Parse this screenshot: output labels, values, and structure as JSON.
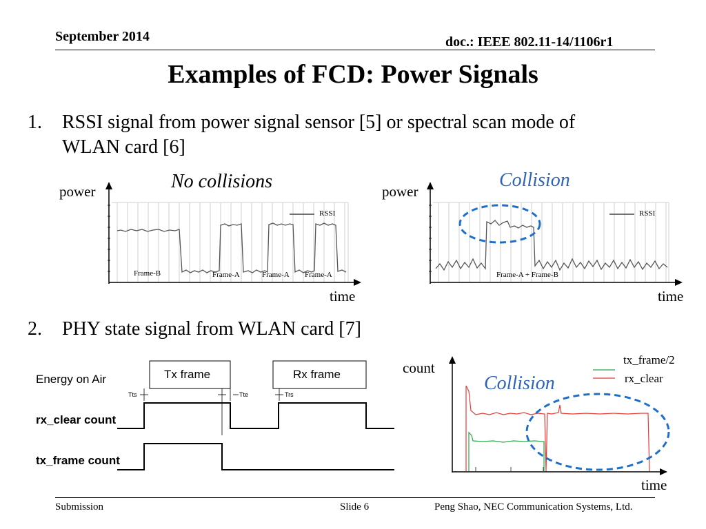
{
  "header": {
    "date": "September 2014",
    "doc": "doc.: IEEE 802.11-14/1106r1"
  },
  "title": "Examples of FCD: Power Signals",
  "items": [
    {
      "num": "1.",
      "line1": "RSSI signal from power signal sensor [5] or spectral scan mode of",
      "line2": "WLAN card [6]"
    },
    {
      "num": "2.",
      "line1": "PHY state signal from WLAN card [7]"
    }
  ],
  "rssi_left": {
    "heading": "No collisions",
    "ylabel": "power",
    "xlabel": "time",
    "legend": "RSSI",
    "frames": [
      "Frame-B",
      "Frame-A",
      "Frame-A",
      "Frame-A"
    ]
  },
  "rssi_right": {
    "heading": "Collision",
    "ylabel": "power",
    "xlabel": "time",
    "legend": "RSSI",
    "frames": [
      "Frame-A + Frame-B"
    ]
  },
  "timing": {
    "rows": [
      "Energy on Air",
      "rx_clear count",
      "tx_frame count"
    ],
    "boxes": [
      "Tx frame",
      "Rx frame"
    ],
    "marks": [
      "Tts",
      "Tte",
      "Trs"
    ]
  },
  "count_chart": {
    "ylabel": "count",
    "xlabel": "time",
    "heading": "Collision",
    "legend": [
      {
        "name": "tx_frame/2",
        "color": "#27a84a"
      },
      {
        "name": "rx_clear",
        "color": "#e53935"
      }
    ]
  },
  "colors": {
    "accent": "#2e64b8",
    "highlight": "#1e6fc8"
  },
  "footer": {
    "left": "Submission",
    "center": "Slide 6",
    "right": "Peng Shao, NEC Communication Systems, Ltd."
  }
}
